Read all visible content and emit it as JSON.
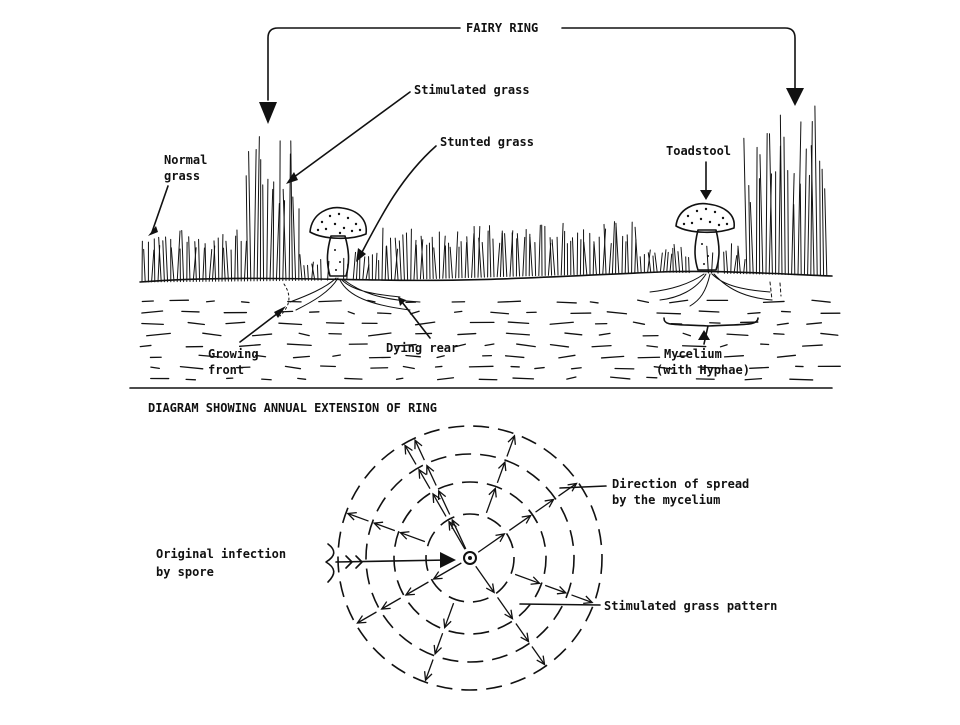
{
  "top_title": "FAIRY RING",
  "labels": {
    "normal_grass": [
      "Normal",
      "grass"
    ],
    "stimulated_grass": "Stimulated grass",
    "stunted_grass": "Stunted grass",
    "toadstool": "Toadstool",
    "growing_front": [
      "Growing",
      "front"
    ],
    "dying_rear": "Dying rear",
    "mycelium": [
      "Mycelium",
      "(with Hyphae)"
    ]
  },
  "bottom_title": "DIAGRAM SHOWING ANNUAL EXTENSION OF RING",
  "bottom_labels": {
    "direction_of_spread": [
      "Direction of spread",
      "by the mycelium"
    ],
    "original_infection": [
      "Original infection",
      "by spore"
    ],
    "stimulated_pattern": "Stimulated grass pattern"
  }
}
